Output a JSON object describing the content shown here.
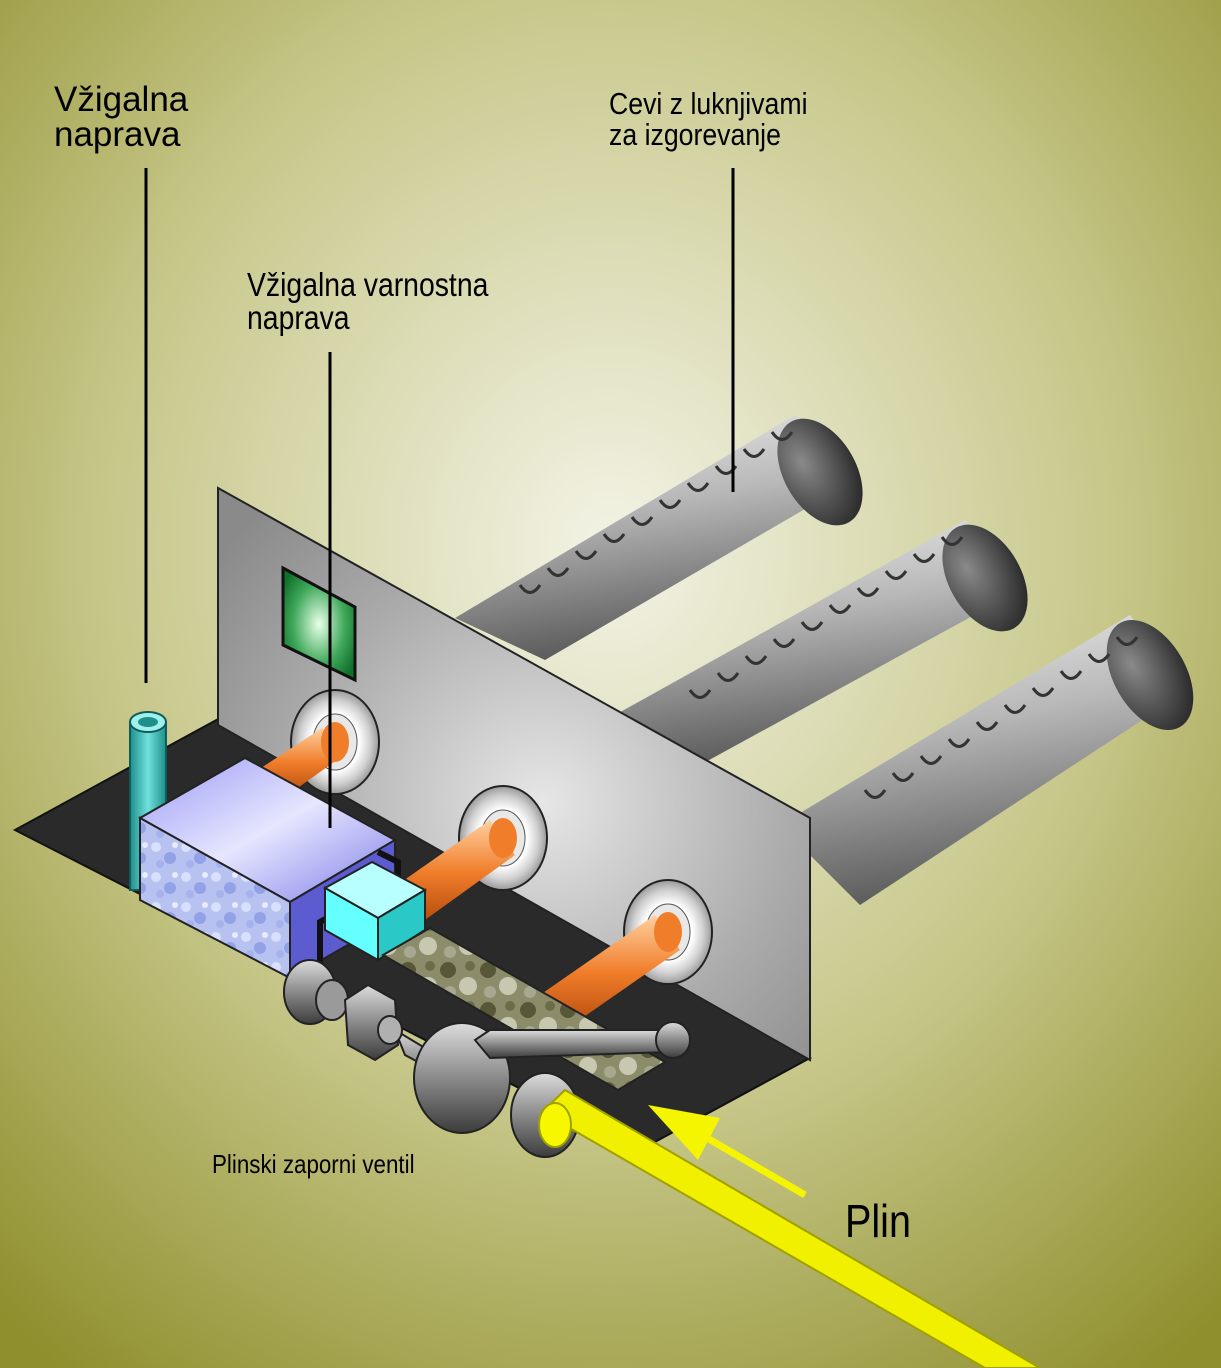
{
  "labels": {
    "igniter": "Vžigalna\nnaprava",
    "burner_tubes": "Cevi z luknjivami\nza izgorevanje",
    "ignition_safety": "Vžigalna varnostna\nnaprava",
    "gas_valve": "Plinski zaporni ventil",
    "gas": "Plin"
  },
  "colors": {
    "background_center": "#efefdd",
    "background_edge": "#8f8f2e",
    "burner_tube": "#bdbdbd",
    "panel": "#a9a9a9",
    "base": "#2a2a2a",
    "orange_pipe": "#f07d2a",
    "gas_pipe": "#f0f000",
    "igniter": "#4fc8c4",
    "safety_box": "#8c8cf0",
    "cyan_block": "#66ffff",
    "indicator": "#1f9a3c",
    "arrow": "#f5f500"
  }
}
